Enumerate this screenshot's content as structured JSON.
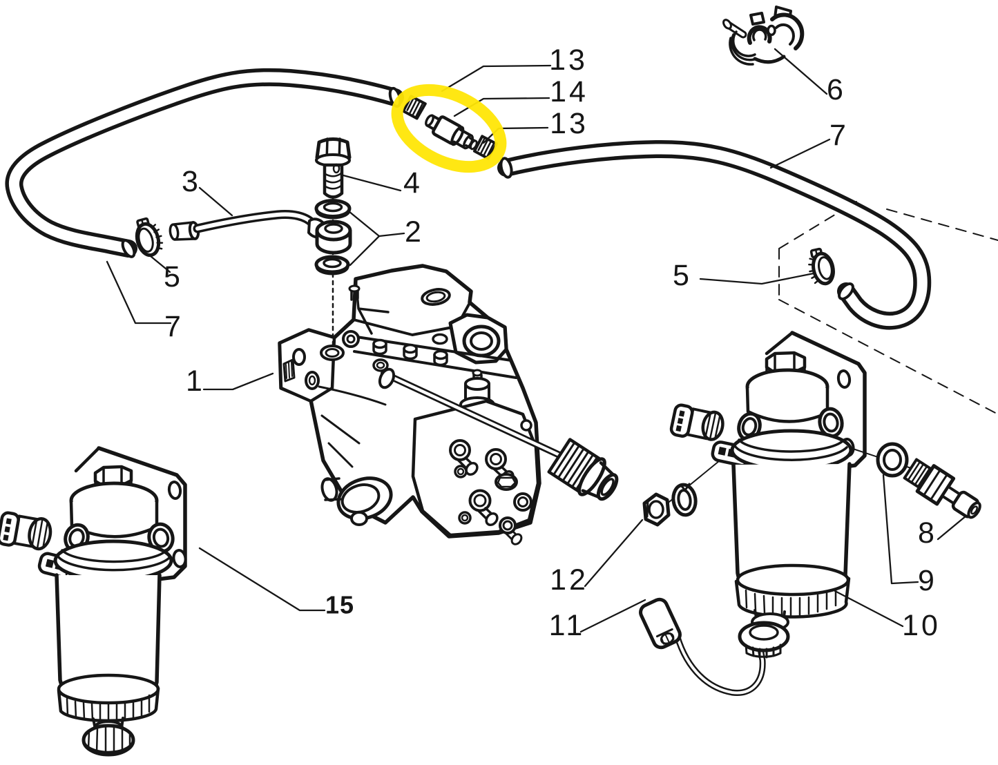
{
  "diagram": {
    "type": "exploded-parts-diagram",
    "background_color": "#ffffff",
    "line_color": "#161616",
    "highlight": {
      "color": "#ffe606",
      "highlighted_part_number": "14"
    }
  },
  "labels": {
    "l1": {
      "text": "1"
    },
    "l2": {
      "text": "2"
    },
    "l3": {
      "text": "3"
    },
    "l4": {
      "text": "4"
    },
    "l5_left": {
      "text": "5"
    },
    "l5_right": {
      "text": "5"
    },
    "l6": {
      "text": "6"
    },
    "l7_left": {
      "text": "7"
    },
    "l7_right": {
      "text": "7"
    },
    "l8": {
      "text": "8"
    },
    "l9": {
      "text": "9"
    },
    "l10": {
      "text": "10"
    },
    "l11": {
      "text": "11"
    },
    "l12": {
      "text": "12"
    },
    "l13_top": {
      "text": "13"
    },
    "l14": {
      "text": "14"
    },
    "l13_bottom": {
      "text": "13"
    },
    "l15": {
      "text": "15"
    }
  }
}
